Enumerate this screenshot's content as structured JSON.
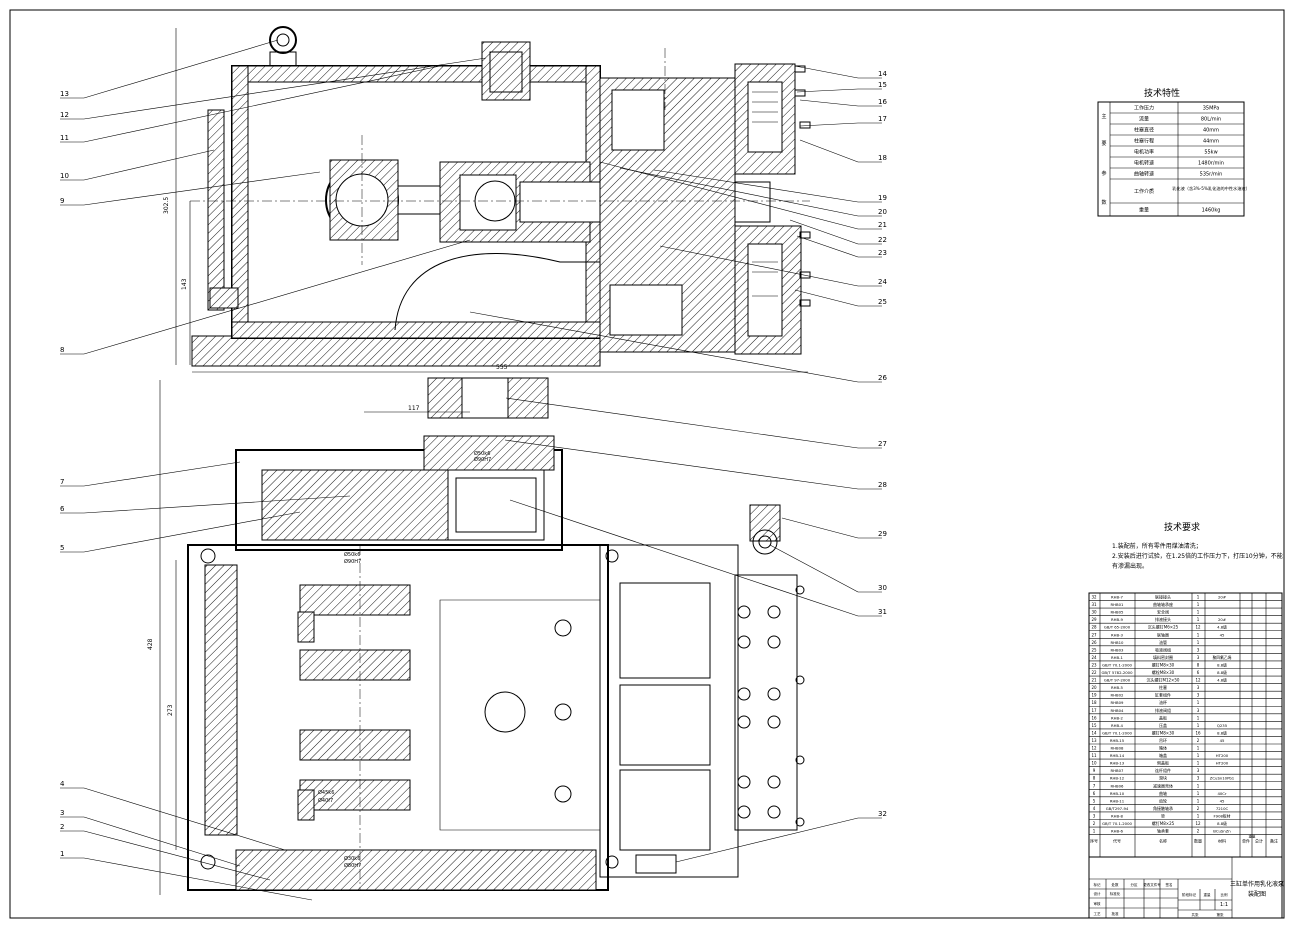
{
  "specs": {
    "title": "技术特性",
    "group_chars": [
      "主",
      "要",
      "参",
      "数"
    ],
    "rows": [
      {
        "name": "工作压力",
        "value": "35MPa"
      },
      {
        "name": "流量",
        "value": "80L/min"
      },
      {
        "name": "柱塞直径",
        "value": "40mm"
      },
      {
        "name": "柱塞行程",
        "value": "44mm"
      },
      {
        "name": "电机功率",
        "value": "55kw"
      },
      {
        "name": "电机转速",
        "value": "1480r/min"
      },
      {
        "name": "曲轴转速",
        "value": "535r/min"
      },
      {
        "name": "工作介质",
        "value": "乳化液（含3%-5%乳化油的中性水溶液）"
      },
      {
        "name": "重量",
        "value": "1460kg"
      }
    ]
  },
  "requirements": {
    "title": "技术要求",
    "lines": [
      "1.装配前，所有零件用煤油清洗；",
      "2.安装后进行试验，在1.25倍的工作压力下，打压10分钟，不能",
      "有渗漏出现。"
    ]
  },
  "balloons": [
    "1",
    "2",
    "3",
    "4",
    "5",
    "6",
    "7",
    "8",
    "9",
    "10",
    "11",
    "12",
    "13",
    "14",
    "15",
    "16",
    "17",
    "18",
    "19",
    "20",
    "21",
    "22",
    "23",
    "24",
    "25",
    "26",
    "27",
    "28",
    "29",
    "30",
    "31",
    "32"
  ],
  "dimensions": {
    "d302": "302.5",
    "d143": "143",
    "d555": "555",
    "d117": "117",
    "d428": "428",
    "d273": "273",
    "fit1": "Ø50k6",
    "fit2": "Ø90H7",
    "fit3": "Ø50k6",
    "fit4": "Ø90H7",
    "fit5": "Ø30k6",
    "fit6": "Ø80H7",
    "fit7": "Ø45k6",
    "fit8": "Ø40f7"
  },
  "bom": {
    "rows": [
      [
        "32",
        "RHB-7",
        "联接接头",
        "1",
        "20#"
      ],
      [
        "31",
        "RHB01",
        "曲轴轴承座",
        "1",
        ""
      ],
      [
        "30",
        "RHB05",
        "安全阀",
        "1",
        ""
      ],
      [
        "29",
        "RHB-9",
        "排液接头",
        "1",
        "20#"
      ],
      [
        "28",
        "GB/T 65-2000",
        "沉头螺钉M6×25",
        "12",
        "4.8级"
      ],
      [
        "27",
        "RHB-3",
        "联轴器",
        "1",
        "45"
      ],
      [
        "26",
        "RHB10",
        "油管",
        "1",
        ""
      ],
      [
        "25",
        "RHB03",
        "吸液阀组",
        "3",
        ""
      ],
      [
        "24",
        "RHB-1",
        "填料密封圈",
        "3",
        "聚四氟乙烯"
      ],
      [
        "23",
        "GB/T 70.1-2000",
        "螺钉M8×30",
        "8",
        "8.8级"
      ],
      [
        "22",
        "GB/T 5782-2000",
        "螺栓M8×30",
        "6",
        "8.8级"
      ],
      [
        "21",
        "GB/T 97-2000",
        "沉头螺钉M12×50",
        "12",
        "4.8级"
      ],
      [
        "20",
        "RHB-5",
        "柱塞",
        "3",
        ""
      ],
      [
        "19",
        "RHB02",
        "缸套组件",
        "3",
        ""
      ],
      [
        "18",
        "RHB09",
        "油杯",
        "1",
        ""
      ],
      [
        "17",
        "RHB04",
        "排液阀组",
        "3",
        ""
      ],
      [
        "16",
        "RHB-2",
        "盖板",
        "1",
        ""
      ],
      [
        "15",
        "RHB-4",
        "压盖",
        "1",
        "Q235"
      ],
      [
        "14",
        "GB/T 70.1-2000",
        "螺钉M8×30",
        "16",
        "8.8级"
      ],
      [
        "13",
        "RHB-15",
        "吊环",
        "2",
        "45"
      ],
      [
        "12",
        "RHB08",
        "箱体",
        "1",
        ""
      ],
      [
        "11",
        "RHB-14",
        "箱盖",
        "1",
        "HT200"
      ],
      [
        "10",
        "RHB-13",
        "侧盖板",
        "1",
        "HT200"
      ],
      [
        "9",
        "RHB07",
        "连杆组件",
        "3",
        ""
      ],
      [
        "8",
        "RHB-12",
        "滑块",
        "3",
        "ZCuSn10Pb1"
      ],
      [
        "7",
        "RHB06",
        "减速器壳体",
        "1",
        ""
      ],
      [
        "6",
        "RHB-10",
        "曲轴",
        "1",
        "40Cr"
      ],
      [
        "5",
        "RHB-11",
        "齿轮",
        "1",
        "45"
      ],
      [
        "4",
        "GB/T297-94",
        "角接触轴承",
        "2",
        "7210C"
      ],
      [
        "3",
        "RHB-8",
        "垫",
        "1",
        "F908板材"
      ],
      [
        "2",
        "GB/T 70.1-2000",
        "螺钉M8×25",
        "12",
        "8.8级"
      ],
      [
        "1",
        "RHB-6",
        "轴承套",
        "2",
        "BCuSnZn"
      ]
    ],
    "header": [
      "序号",
      "代号",
      "名称",
      "数量",
      "材料",
      "单件",
      "总计",
      "备注"
    ],
    "header_sub": "重量"
  },
  "title_block": {
    "name_line1": "三缸单作用乳化液泵",
    "name_line2": "装配图",
    "scale": "1:1",
    "labels": [
      "标记",
      "处数",
      "分区",
      "更改文件号",
      "签名",
      "年月日",
      "设计",
      "标准化",
      "审核",
      "工艺",
      "批准",
      "阶段标记",
      "重量",
      "比例",
      "共张",
      "第张"
    ]
  }
}
